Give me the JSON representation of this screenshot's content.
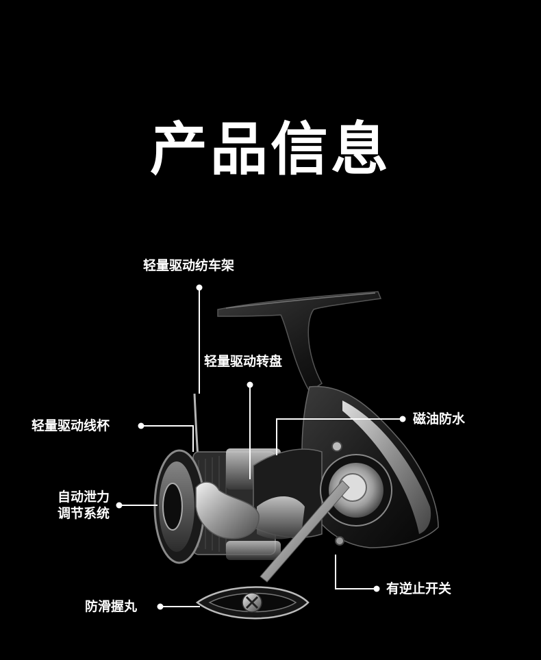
{
  "page": {
    "title": "产品信息",
    "background_color": "#000000",
    "text_color": "#ffffff"
  },
  "callouts": {
    "rotor_frame": "轻量驱动纺车架",
    "rotor": "轻量驱动转盘",
    "spool": "轻量驱动线杯",
    "drag_line1": "自动泄力",
    "drag_line2": "调节系统",
    "mag_seal": "磁油防水",
    "anti_reverse": "有逆止开关",
    "knob": "防滑握丸"
  }
}
